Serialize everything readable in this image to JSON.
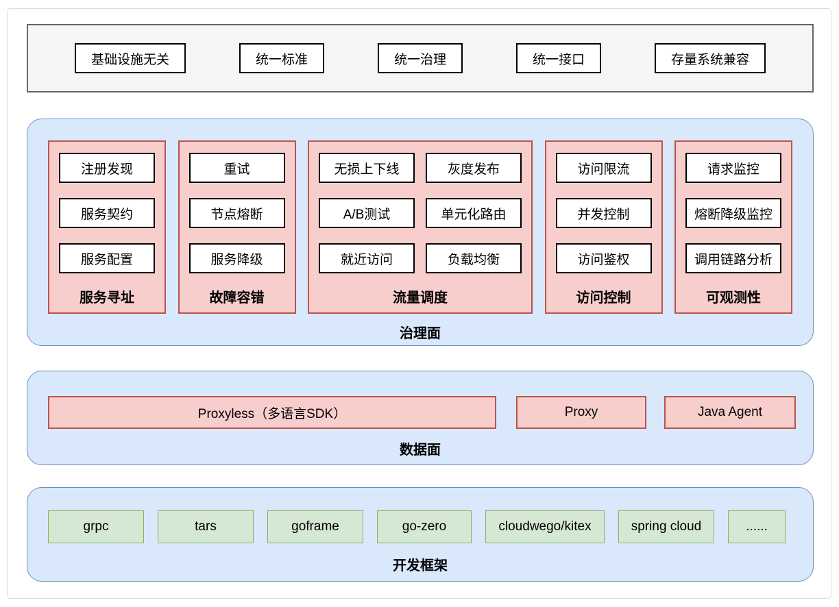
{
  "principles": [
    "基础设施无关",
    "统一标准",
    "统一治理",
    "统一接口",
    "存量系统兼容"
  ],
  "governance_plane": {
    "label": "治理面",
    "groups": [
      {
        "label": "服务寻址",
        "items": [
          "注册发现",
          "服务契约",
          "服务配置"
        ]
      },
      {
        "label": "故障容错",
        "items": [
          "重试",
          "节点熔断",
          "服务降级"
        ]
      },
      {
        "label": "流量调度",
        "items": [
          "无损上下线",
          "灰度发布",
          "A/B测试",
          "单元化路由",
          "就近访问",
          "负载均衡"
        ]
      },
      {
        "label": "访问控制",
        "items": [
          "访问限流",
          "并发控制",
          "访问鉴权"
        ]
      },
      {
        "label": "可观测性",
        "items": [
          "请求监控",
          "熔断降级监控",
          "调用链路分析"
        ]
      }
    ]
  },
  "data_plane": {
    "label": "数据面",
    "items": [
      {
        "text": "Proxyless（多语言SDK）"
      },
      {
        "text": "Proxy"
      },
      {
        "text": "Java Agent"
      }
    ]
  },
  "dev_frameworks": {
    "label": "开发框架",
    "items": [
      "grpc",
      "tars",
      "goframe",
      "go-zero",
      "cloudwego/kitex",
      "spring cloud",
      "......"
    ]
  },
  "colors": {
    "red_fill": "#f8cecc",
    "red_stroke": "#b85450",
    "green_fill": "#d5e8d4",
    "green_stroke": "#82b366",
    "blue_fill": "#dae8fc",
    "blue_stroke": "#6c8ebf",
    "gray_fill": "#f5f5f5",
    "gray_stroke": "#666666"
  }
}
